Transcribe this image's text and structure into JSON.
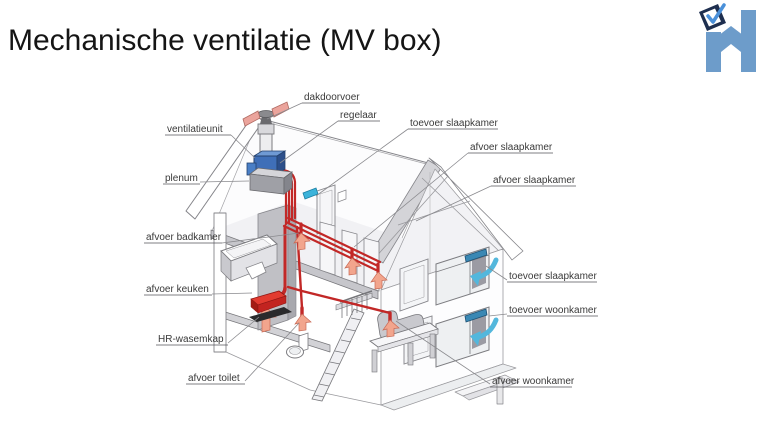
{
  "title": "Mechanische ventilatie (MV box)",
  "logo": {
    "name": "house-checkmark-logo"
  },
  "diagram": {
    "description": "isometric cutaway house showing mechanical ventilation (MV box) system",
    "labels": [
      {
        "id": "dakdoorvoer",
        "text": "dakdoorvoer"
      },
      {
        "id": "regelaar",
        "text": "regelaar"
      },
      {
        "id": "ventilatieunit",
        "text": "ventilatieunit"
      },
      {
        "id": "plenum",
        "text": "plenum"
      },
      {
        "id": "toevoer-slaapkamer-top",
        "text": "toevoer slaapkamer"
      },
      {
        "id": "afvoer-slaapkamer-1",
        "text": "afvoer slaapkamer"
      },
      {
        "id": "afvoer-slaapkamer-2",
        "text": "afvoer slaapkamer"
      },
      {
        "id": "afvoer-badkamer",
        "text": "afvoer badkamer"
      },
      {
        "id": "afvoer-keuken",
        "text": "afvoer keuken"
      },
      {
        "id": "hr-wasemkap",
        "text": "HR-wasemkap"
      },
      {
        "id": "afvoer-toilet",
        "text": "afvoer toilet"
      },
      {
        "id": "toevoer-slaapkamer-right",
        "text": "toevoer slaapkamer"
      },
      {
        "id": "toevoer-woonkamer",
        "text": "toevoer woonkamer"
      },
      {
        "id": "afvoer-woonkamer",
        "text": "afvoer woonkamer"
      }
    ],
    "colors": {
      "duct_red": "#c22827",
      "duct_red_dark": "#8f1714",
      "extract_arrow_salmon": "#f2a58d",
      "supply_arrow_teal": "#53b7dc",
      "supply_grille_blue": "#3a88b4",
      "fan_unit_blue": "#3f6fb8",
      "logo_blue": "#6d9cca",
      "logo_navy": "#1e2f4f",
      "label_text": "#3a3a3a",
      "title_text": "#151515"
    }
  }
}
